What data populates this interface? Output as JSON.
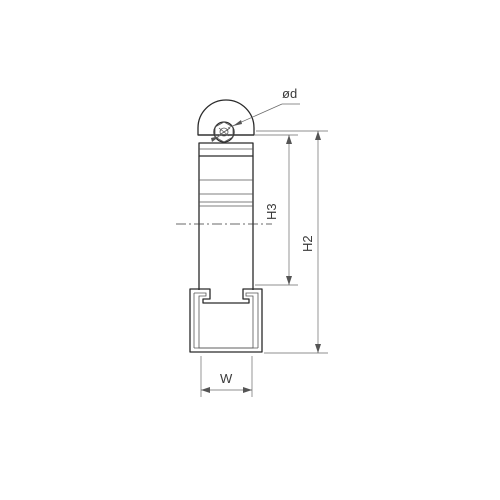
{
  "dimensions": {
    "diameter": "ød",
    "h3": "H3",
    "h2": "H2",
    "width": "W"
  },
  "colors": {
    "line": "#2a2a2a",
    "dimension": "#6a6a6a",
    "background": "#ffffff"
  },
  "icons": {
    "bolt": "hex-socket-bolt-icon"
  }
}
